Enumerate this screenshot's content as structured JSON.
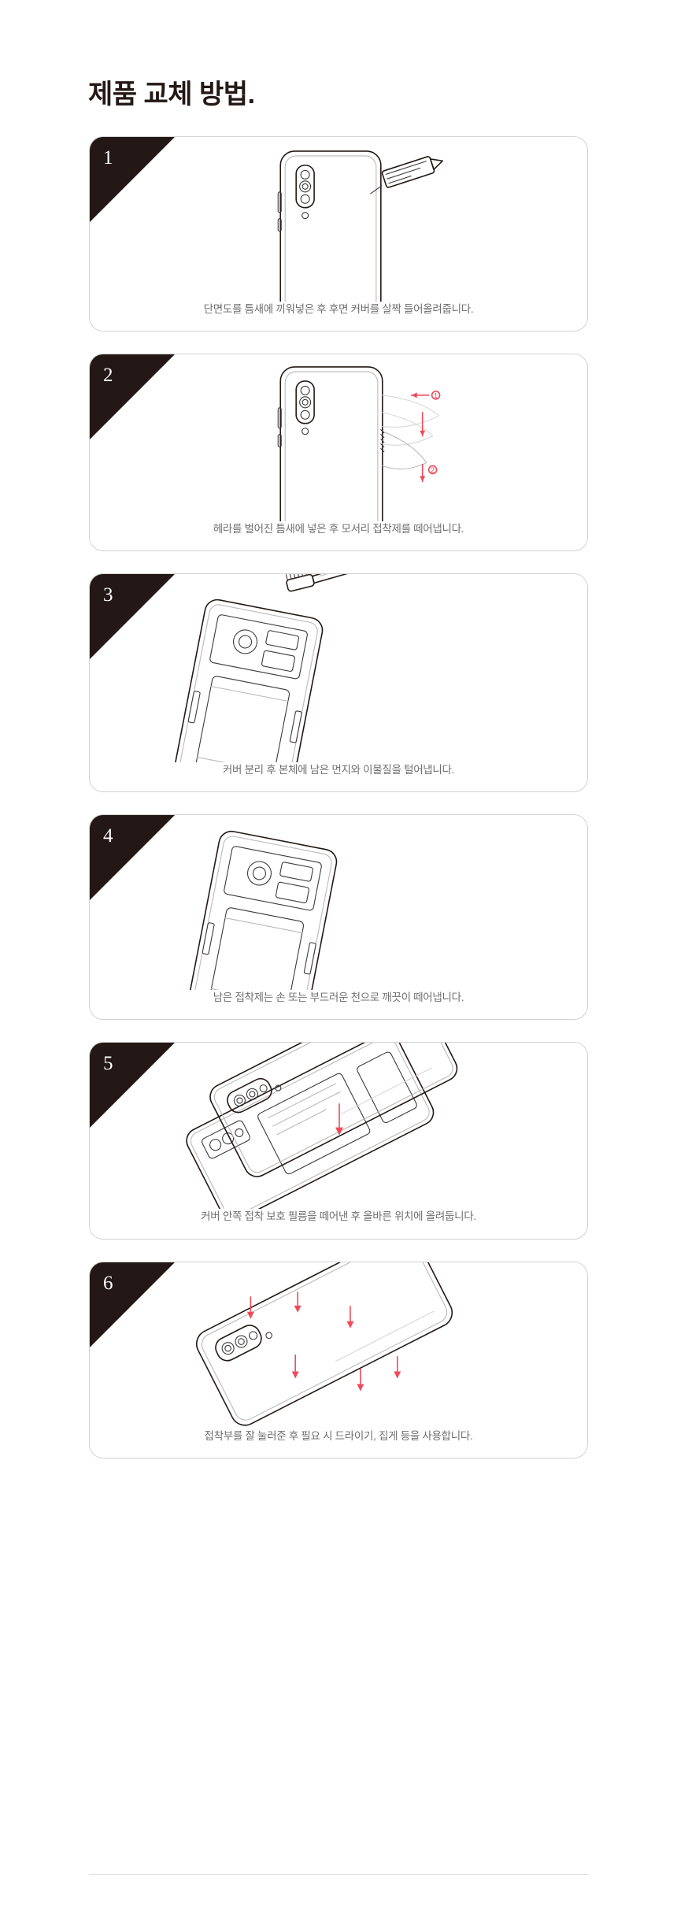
{
  "page": {
    "title": "제품 교체 방법."
  },
  "steps": [
    {
      "number": "1",
      "caption": "단면도를 틈새에 끼워넣은 후 후면 커버를 살짝 들어올려줍니다.",
      "figure_name": "phone-back-with-pry-tool",
      "annotations": []
    },
    {
      "number": "2",
      "caption": "헤라를 벌어진 틈새에 넣은 후 모서리 접착제를 떼어냅니다.",
      "figure_name": "phone-back-with-spudger-lifting-cover",
      "annotations": [
        "①",
        "②"
      ]
    },
    {
      "number": "3",
      "caption": "커버 분리 후 본체에 남은 먼지와 이물질을 털어냅니다.",
      "figure_name": "phone-chassis-with-brush",
      "annotations": []
    },
    {
      "number": "4",
      "caption": "남은 접착제는 손 또는 부드러운 천으로 깨끗이 떼어냅니다.",
      "figure_name": "phone-chassis-cleaning",
      "annotations": []
    },
    {
      "number": "5",
      "caption": "커버 안쪽 접착 보호 필름을 떼어낸 후 올바른 위치에 올려둡니다.",
      "figure_name": "cover-aligned-over-chassis",
      "annotations": [
        "↓"
      ]
    },
    {
      "number": "6",
      "caption": "접착부를 잘 눌러준 후 필요 시 드라이기, 집게 등을 사용합니다.",
      "figure_name": "press-cover-edges",
      "annotations": [
        "↓",
        "↓",
        "↓",
        "↓",
        "↓"
      ]
    }
  ],
  "colors": {
    "badge": "#231815",
    "caption": "#6e6e6e",
    "accent": "#ef4a5a",
    "card_border": "#d2d2d2",
    "rule": "#dcdcdc"
  }
}
